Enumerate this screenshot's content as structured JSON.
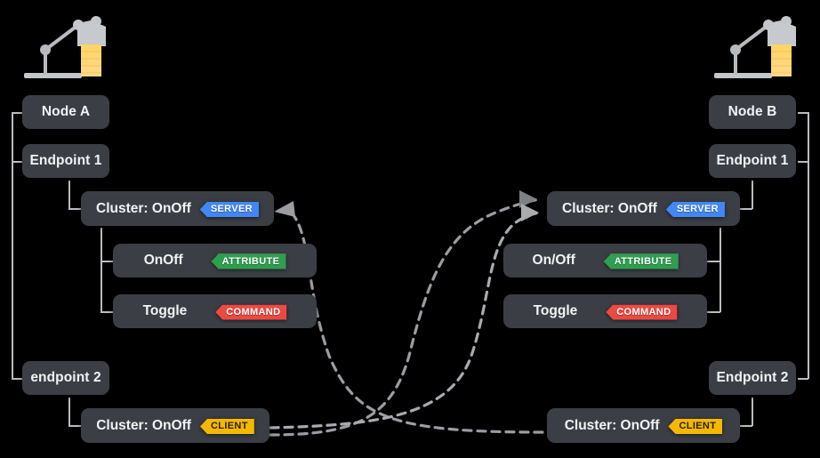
{
  "diagram": {
    "title": "Matter node binding diagram",
    "background": "#000000",
    "node_fill": "#3b3f45",
    "connector_color": "#b9bcc0",
    "link_color": "#9a9da1"
  },
  "badge_colors": {
    "server": "#4287f5",
    "client": "#f5b800",
    "attribute": "#2e9e4f",
    "command": "#ea4a42"
  },
  "badges": {
    "server": "SERVER",
    "client": "CLIENT",
    "attribute": "ATTRIBUTE",
    "command": "COMMAND"
  },
  "left": {
    "icon": "desk-lamp-icon",
    "node": "Node A",
    "endpoint1": "Endpoint 1",
    "endpoint2": "endpoint 2",
    "cluster_server": "Cluster: OnOff",
    "cluster_client": "Cluster: OnOff",
    "attribute_name": "OnOff",
    "command_name": "Toggle"
  },
  "right": {
    "icon": "desk-lamp-icon",
    "node": "Node B",
    "endpoint1": "Endpoint 1",
    "endpoint2": "Endpoint 2",
    "cluster_server": "Cluster: OnOff",
    "cluster_client": "Cluster: OnOff",
    "attribute_name": "On/Off",
    "command_name": "Toggle"
  },
  "links": [
    {
      "name": "right-client-to-left-server",
      "from": "right.cluster_client",
      "to": "left.cluster_server",
      "style": "dashed",
      "direction": "left"
    },
    {
      "name": "left-client-to-right-server-upper",
      "from": "left.cluster_client",
      "to": "right.cluster_server",
      "style": "dashed",
      "direction": "right"
    },
    {
      "name": "left-client-to-right-server-lower",
      "from": "left.cluster_client",
      "to": "right.cluster_server",
      "style": "dashed",
      "direction": "right"
    }
  ]
}
